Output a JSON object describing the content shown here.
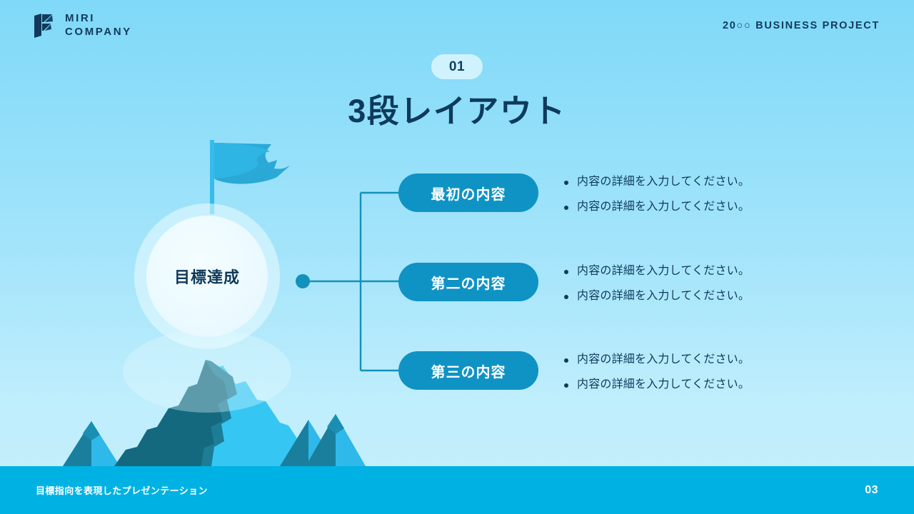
{
  "header": {
    "brand_line_1": "MIRI",
    "brand_line_2": "COMPANY",
    "logo_icon": "miri-logo-icon",
    "project_tag": "20○○ BUSINESS PROJECT"
  },
  "title_block": {
    "badge": "01",
    "title": "3段レイアウト"
  },
  "goal": {
    "label": "目標達成",
    "flag_icon": "flag-icon",
    "mountain_icon": "mountain-icon"
  },
  "rows": [
    {
      "pill_label": "最初の内容",
      "bullets": [
        "内容の詳細を入力してください。",
        "内容の詳細を入力してください。"
      ]
    },
    {
      "pill_label": "第二の内容",
      "bullets": [
        "内容の詳細を入力してください。",
        "内容の詳細を入力してください。"
      ]
    },
    {
      "pill_label": "第三の内容",
      "bullets": [
        "内容の詳細を入力してください。",
        "内容の詳細を入力してください。"
      ]
    }
  ],
  "footer": {
    "text": "目標指向を表現したプレゼンテーション",
    "page": "03"
  },
  "colors": {
    "background_top": "#7fd9f8",
    "background_bottom": "#c6effd",
    "navy": "#0e3a5c",
    "pill": "#0f93c4",
    "footer_bar": "#00b2e3",
    "connector": "#1291bb",
    "mountain_light": "#36c6f4",
    "mountain_shadow": "#14697f"
  }
}
